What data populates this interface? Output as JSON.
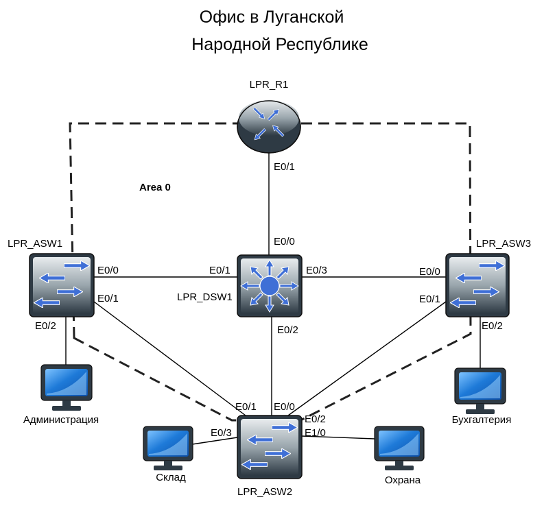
{
  "diagram": {
    "title_line1": "Офис в Луганской",
    "title_line2": "Народной Республике",
    "area_label": "Area 0",
    "nodes": {
      "router": {
        "label": "LPR_R1",
        "type": "router"
      },
      "dsw1": {
        "label": "LPR_DSW1",
        "type": "multilayer-switch"
      },
      "asw1": {
        "label": "LPR_ASW1",
        "type": "switch"
      },
      "asw2": {
        "label": "LPR_ASW2",
        "type": "switch"
      },
      "asw3": {
        "label": "LPR_ASW3",
        "type": "switch"
      },
      "pc_admin": {
        "label": "Администрация",
        "type": "workstation"
      },
      "pc_accounting": {
        "label": "Бухгалтерия",
        "type": "workstation"
      },
      "pc_warehouse": {
        "label": "Склад",
        "type": "workstation"
      },
      "pc_security": {
        "label": "Охрана",
        "type": "workstation"
      }
    },
    "links": [
      {
        "from": "router",
        "to": "dsw1",
        "from_port": "E0/1",
        "to_port": "E0/0"
      },
      {
        "from": "asw1",
        "to": "dsw1",
        "from_port": "E0/0",
        "to_port": "E0/1"
      },
      {
        "from": "dsw1",
        "to": "asw3",
        "from_port": "E0/3",
        "to_port": "E0/0"
      },
      {
        "from": "dsw1",
        "to": "asw2",
        "from_port": "E0/2",
        "to_port": "E0/0"
      },
      {
        "from": "asw1",
        "to": "asw2",
        "from_port": "E0/1",
        "to_port": "E0/1"
      },
      {
        "from": "asw3",
        "to": "asw2",
        "from_port": "E0/1",
        "to_port": "E0/2"
      },
      {
        "from": "asw1",
        "to": "pc_admin",
        "from_port": "E0/2",
        "to_port": ""
      },
      {
        "from": "asw3",
        "to": "pc_accounting",
        "from_port": "E0/2",
        "to_port": ""
      },
      {
        "from": "asw2",
        "to": "pc_warehouse",
        "from_port": "E0/3",
        "to_port": ""
      },
      {
        "from": "asw2",
        "to": "pc_security",
        "from_port": "E1/0",
        "to_port": ""
      }
    ],
    "colors": {
      "device_body": "#2e3a44",
      "device_face": "#9aa6ad",
      "arrow_blue": "#3f6fd6",
      "screen_blue": "#1e7ad8",
      "line": "#000000"
    }
  }
}
